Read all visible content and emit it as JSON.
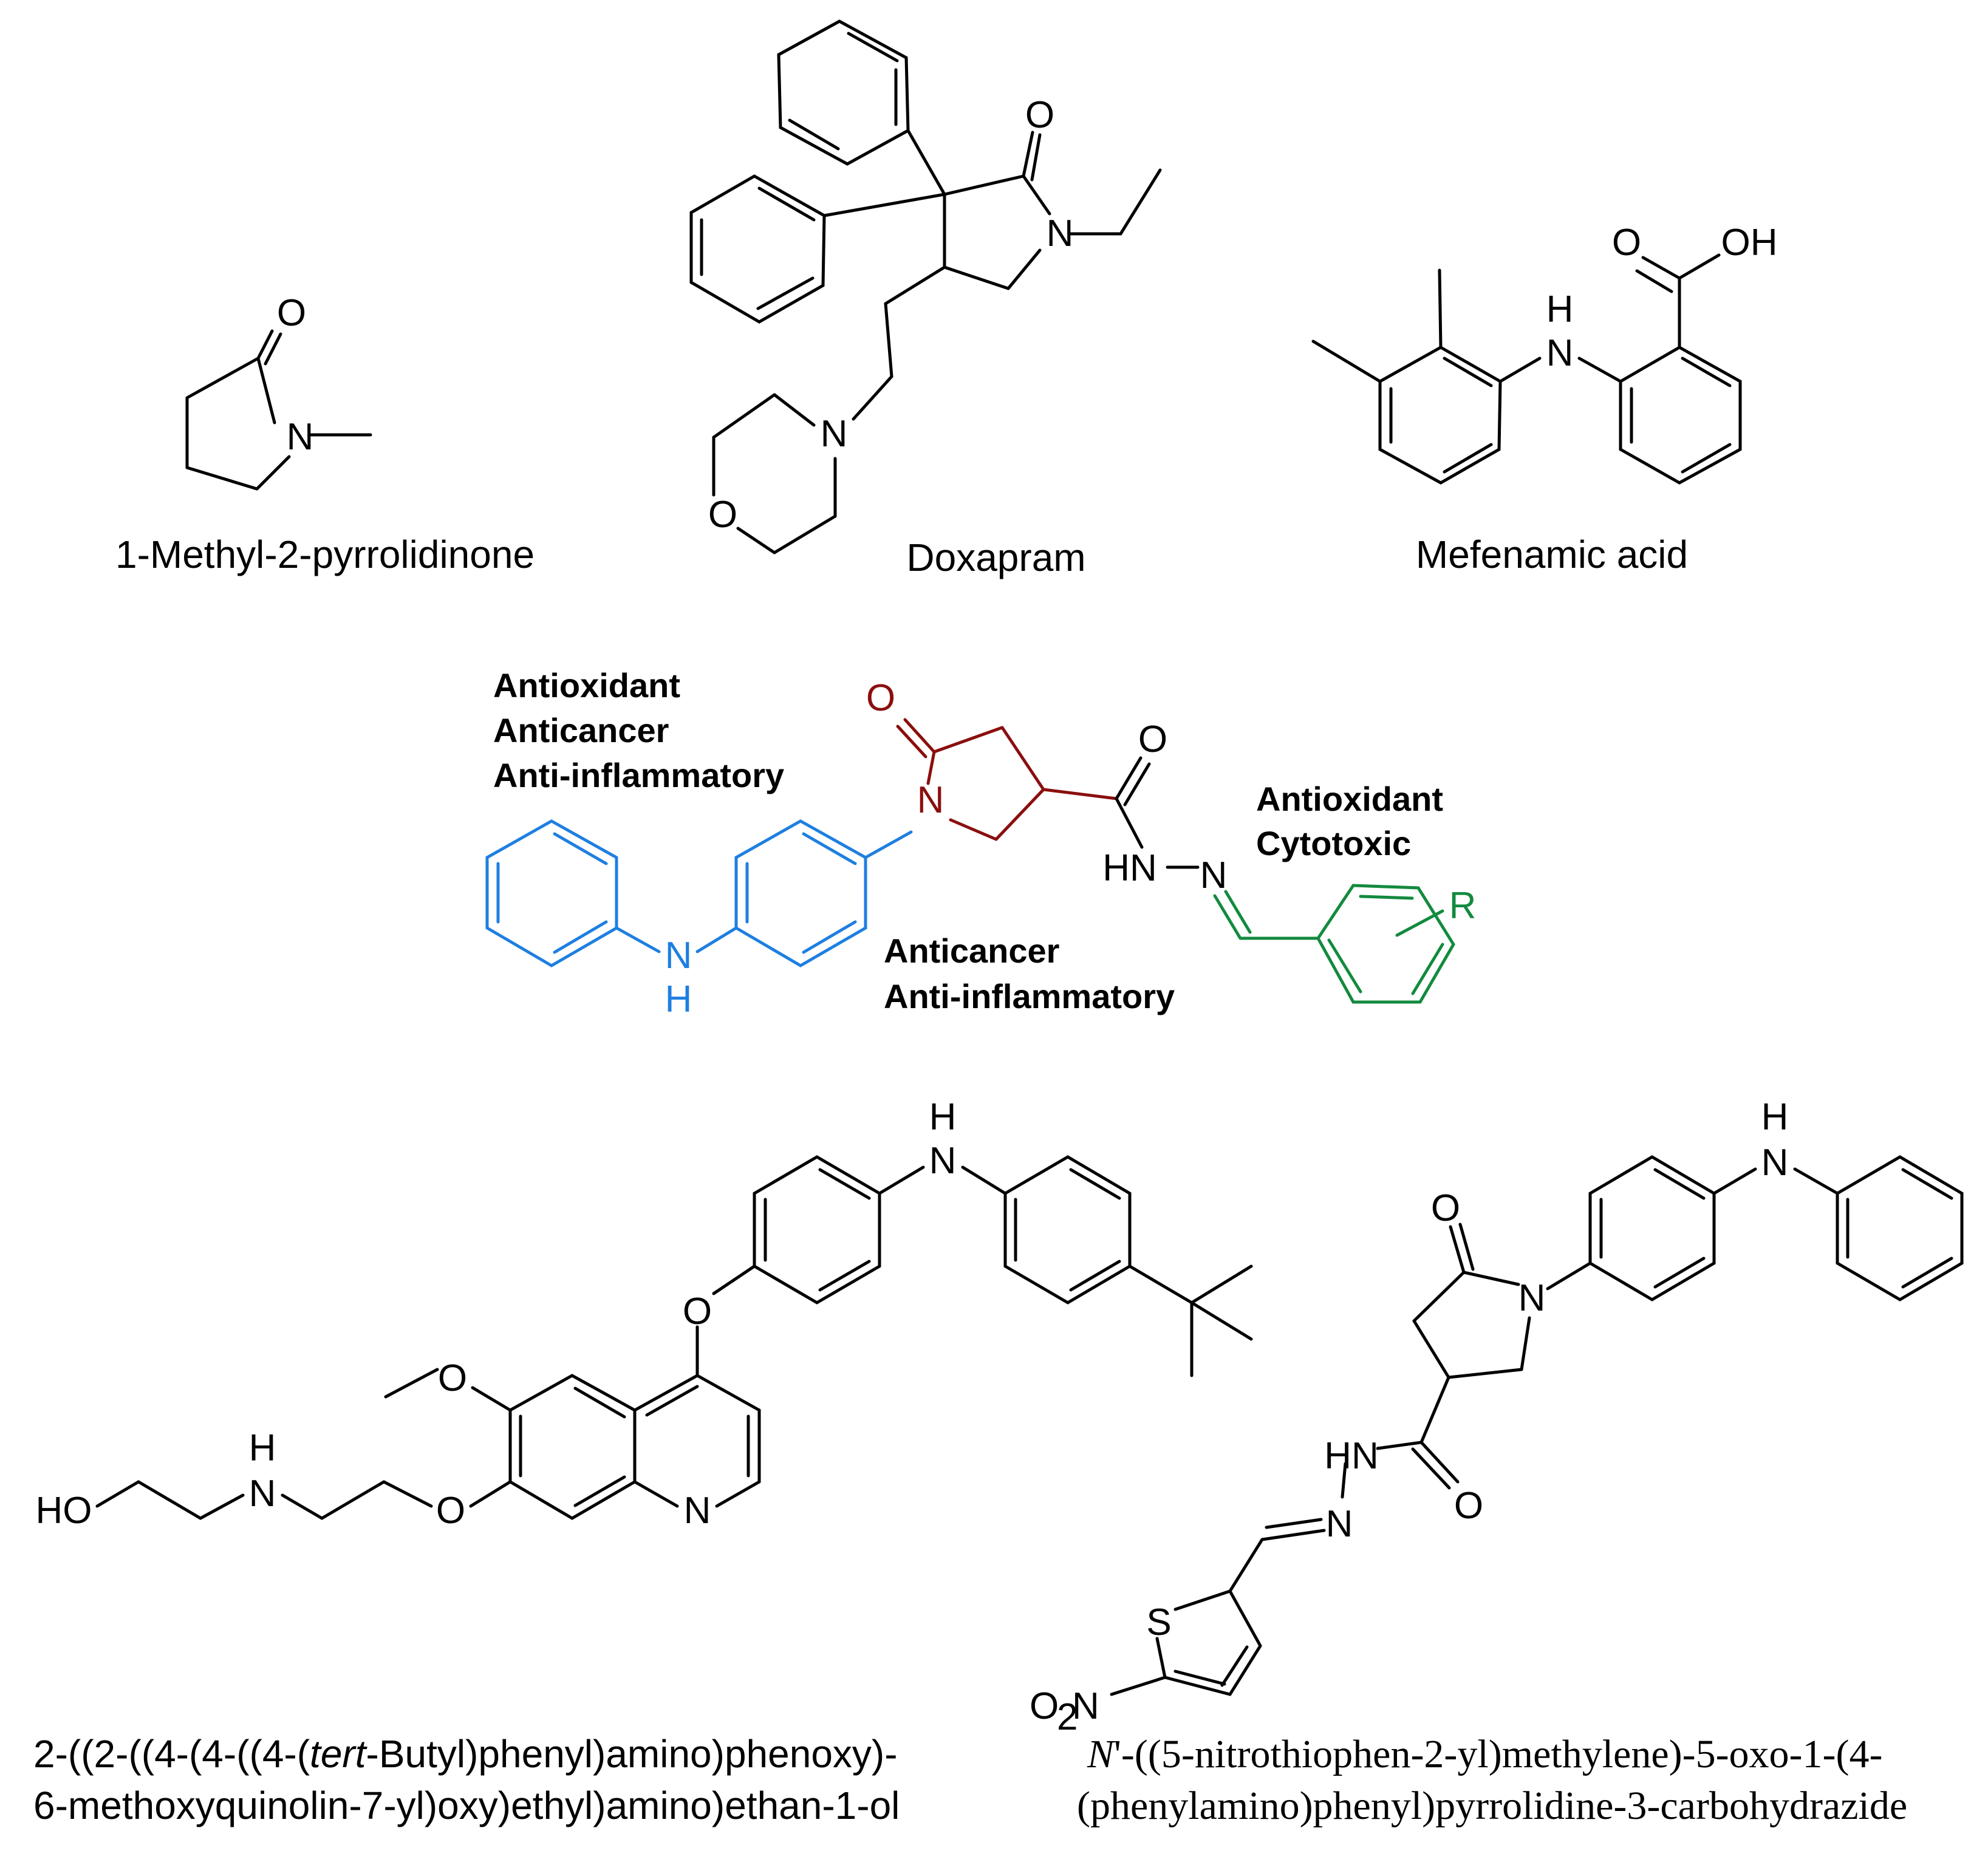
{
  "colors": {
    "black": "#000000",
    "pyrrolidinone": "#8b0e0e",
    "diphenylamine": "#1e7fe0",
    "benzylidene": "#138a3e"
  },
  "molecules": {
    "nmp": {
      "caption": "1-Methyl-2-pyrrolidinone",
      "atoms": {
        "O": "O",
        "N": "N"
      }
    },
    "doxapram": {
      "caption": "Doxapram",
      "atoms": {
        "O_carbonyl": "O",
        "N_lactam": "N",
        "N_morph": "N",
        "O_morph": "O"
      }
    },
    "mefenamic": {
      "caption": "Mefenamic acid",
      "atoms": {
        "O_carbonyl": "O",
        "OH": "OH",
        "H": "H",
        "N": "N"
      }
    },
    "core": {
      "atoms": {
        "O_ring": "O",
        "N_ring": "N",
        "O_amide": "O",
        "HN": "HN",
        "N_imine": "N",
        "NH_N": "N",
        "NH_H": "H",
        "R": "R"
      },
      "activities": {
        "left": [
          "Antioxidant",
          "Anticancer",
          "Anti-inflammatory"
        ],
        "right": [
          "Antioxidant",
          "Cytotoxic"
        ],
        "bottom": [
          "Anticancer",
          "Anti-inflammatory"
        ]
      }
    },
    "quinoline": {
      "caption_line1_prefix": "2-((2-((4-(4-((4-(",
      "caption_line1_italic": "tert",
      "caption_line1_suffix": "-Butyl)phenyl)amino)phenoxy)-",
      "caption_line2": "6-methoxyquinolin-7-yl)oxy)ethyl)amino)ethan-1-ol",
      "atoms": {
        "H_top": "H",
        "N_top": "N",
        "O_aryl": "O",
        "O_methoxy": "O",
        "N_quin": "N",
        "O_ether": "O",
        "H_mid": "H",
        "N_mid": "N",
        "HO": "HO"
      }
    },
    "thiophene": {
      "caption_line1_italic": "N",
      "caption_line1_rest": "'-((5-nitrothiophen-2-yl)methylene)-5-oxo-1-(4-",
      "caption_line2": "(phenylamino)phenyl)pyrrolidine-3-carbohydrazide",
      "atoms": {
        "H_top": "H",
        "N_top": "N",
        "O_ring": "O",
        "N_ring": "N",
        "HN": "HN",
        "O_amide": "O",
        "N_imine": "N",
        "S": "S",
        "O2N_O": "O",
        "O2N_sub": "2",
        "O2N_N": "N"
      }
    }
  }
}
